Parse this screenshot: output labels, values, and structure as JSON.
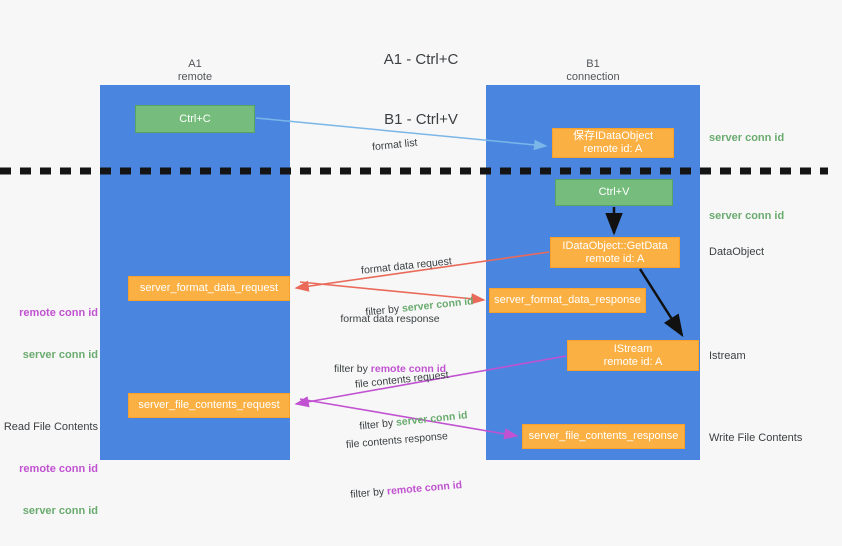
{
  "title": {
    "line1": "A1 - Ctrl+C",
    "line2": "B1 - Ctrl+V"
  },
  "lanes": [
    {
      "id": "a1",
      "name": "A1",
      "role": "remote",
      "header": "A1\nremote",
      "color": "#4a86e0"
    },
    {
      "id": "b1",
      "name": "B1",
      "role": "connection",
      "header": "B1\nconnection",
      "color": "#4a86e0"
    }
  ],
  "colors": {
    "lane": "#4a86e0",
    "green_box": "#76bd7d",
    "orange_box": "#fbb044",
    "server_conn_id": "#6aab6f",
    "remote_conn_id": "#c152d1",
    "arrow_blue": "#7ab6e8",
    "arrow_red": "#ea6a5a",
    "arrow_magenta": "#c152d1",
    "arrow_black": "#111111",
    "background": "#f7f7f7",
    "text": "#3c4043"
  },
  "boxes": {
    "ctrl_c": {
      "label": "Ctrl+C",
      "style": "green"
    },
    "ctrl_v": {
      "label": "Ctrl+V",
      "style": "green"
    },
    "idataobject": {
      "label": "保存IDataObject\nremote id: A",
      "style": "orange"
    },
    "getdata": {
      "label": "IDataObject::GetData\nremote id: A",
      "style": "orange"
    },
    "istream": {
      "label": "IStream\nremote id: A",
      "style": "orange"
    },
    "server_format_data_request": {
      "label": "server_format_data_request",
      "style": "orange"
    },
    "server_format_data_response": {
      "label": "server_format_data_response",
      "style": "orange"
    },
    "server_file_contents_request": {
      "label": "server_file_contents_request",
      "style": "orange"
    },
    "server_file_contents_response": {
      "label": "server_file_contents_response",
      "style": "orange"
    }
  },
  "right_labels": {
    "server_conn_id_1": "server conn id",
    "server_conn_id_2": "server conn id",
    "data_object": "DataObject",
    "istream": "Istream",
    "write_file_contents": "Write File Contents"
  },
  "left_labels": {
    "group1": {
      "remote": "remote conn id",
      "server": "server conn id"
    },
    "group2": {
      "heading": "Read File Contents",
      "remote": "remote conn id",
      "server": "server conn id"
    }
  },
  "arrow_labels": {
    "format_list": {
      "text": "format list"
    },
    "format_data_request": {
      "text": "format data request",
      "filter_prefix": "filter by ",
      "filter_key": "server conn id",
      "filter_kind": "server"
    },
    "format_data_response": {
      "text": "format data response",
      "filter_prefix": "filter by ",
      "filter_key": "remote conn id",
      "filter_kind": "remote"
    },
    "file_contents_request": {
      "text": "file contents request",
      "filter_prefix": "filter by ",
      "filter_key": "server conn id",
      "filter_kind": "server"
    },
    "file_contents_response": {
      "text": "file contents response",
      "filter_prefix": "filter by ",
      "filter_key": "remote conn id",
      "filter_kind": "remote"
    }
  }
}
